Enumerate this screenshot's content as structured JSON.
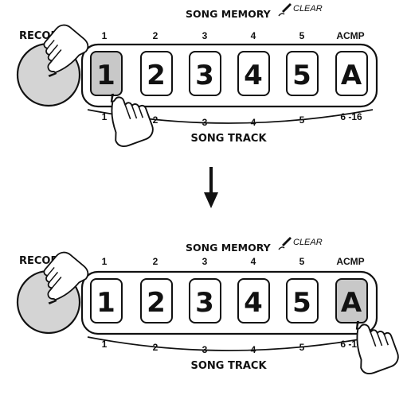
{
  "panels": [
    {
      "title": "SONG MEMORY",
      "clear_label": "CLEAR",
      "record_label": "RECORD",
      "track_label": "SONG TRACK",
      "top_numbers": [
        "1",
        "2",
        "3",
        "4",
        "5",
        "ACMP"
      ],
      "buttons": [
        "1",
        "2",
        "3",
        "4",
        "5",
        "A"
      ],
      "bottom_numbers": [
        "1",
        "2",
        "3",
        "4",
        "5",
        "6 -16"
      ],
      "highlighted": "1"
    },
    {
      "title": "SONG MEMORY",
      "clear_label": "CLEAR",
      "record_label": "RECORD",
      "track_label": "SONG TRACK",
      "top_numbers": [
        "1",
        "2",
        "3",
        "4",
        "5",
        "ACMP"
      ],
      "buttons": [
        "1",
        "2",
        "3",
        "4",
        "5",
        "A"
      ],
      "bottom_numbers": [
        "1",
        "2",
        "3",
        "4",
        "5",
        "6 -16"
      ],
      "highlighted": "A"
    }
  ],
  "colors": {
    "highlight": "#c8c8c8",
    "outline": "#111111",
    "record_fill": "#d4d4d4"
  }
}
